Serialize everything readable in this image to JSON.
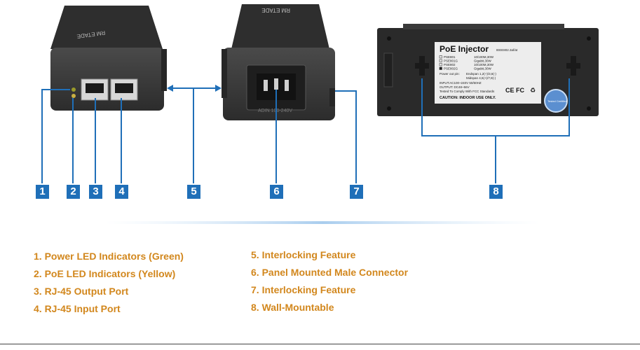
{
  "device": {
    "top_label": "RM ETADE",
    "side_label": "RM ETADE",
    "rating_text": "ADIN 100-240V"
  },
  "sticker": {
    "title": "PoE Injector",
    "standard": "IEEE802.3af/at",
    "models": [
      {
        "name": "PSE801",
        "spec": "10/100M,30W"
      },
      {
        "name": "PSE801G",
        "spec": "Gigabit,30W"
      },
      {
        "name": "PSE802",
        "spec": "10/100M,30W"
      },
      {
        "name": "PSE802G",
        "spec": "Gigabit,30W"
      }
    ],
    "pin_label": "Power out pin:",
    "pin_endspan": "Endspan 1,2(+)/3,6(-)",
    "pin_midspan": "Midspan 4,5(+)/7,8(-)",
    "input": "INPUT:AC100~240V 50/60HZ",
    "output": "OUTPUT: DC48~56V",
    "fcc_note": "Tested To Comply With FCC Standards",
    "caution": "CAUTION: INDOOR USE ONLY.",
    "cert_marks": "CE FC",
    "seal_text": "Tested Certified"
  },
  "callouts": [
    "1",
    "2",
    "3",
    "4",
    "5",
    "6",
    "7",
    "8"
  ],
  "legend_left": [
    "1. Power LED Indicators (Green)",
    "2. PoE LED Indicators (Yellow)",
    "3. RJ-45 Output Port",
    "4. RJ-45 Input Port"
  ],
  "legend_right": [
    "5. Interlocking Feature",
    "6. Panel Mounted Male Connector",
    "7. Interlocking Feature",
    "8. Wall-Mountable"
  ],
  "colors": {
    "badge": "#1f6fb8",
    "legend_text": "#d2871d",
    "device_body": "#3a3a3a",
    "leader_line": "#1f6fb8"
  }
}
